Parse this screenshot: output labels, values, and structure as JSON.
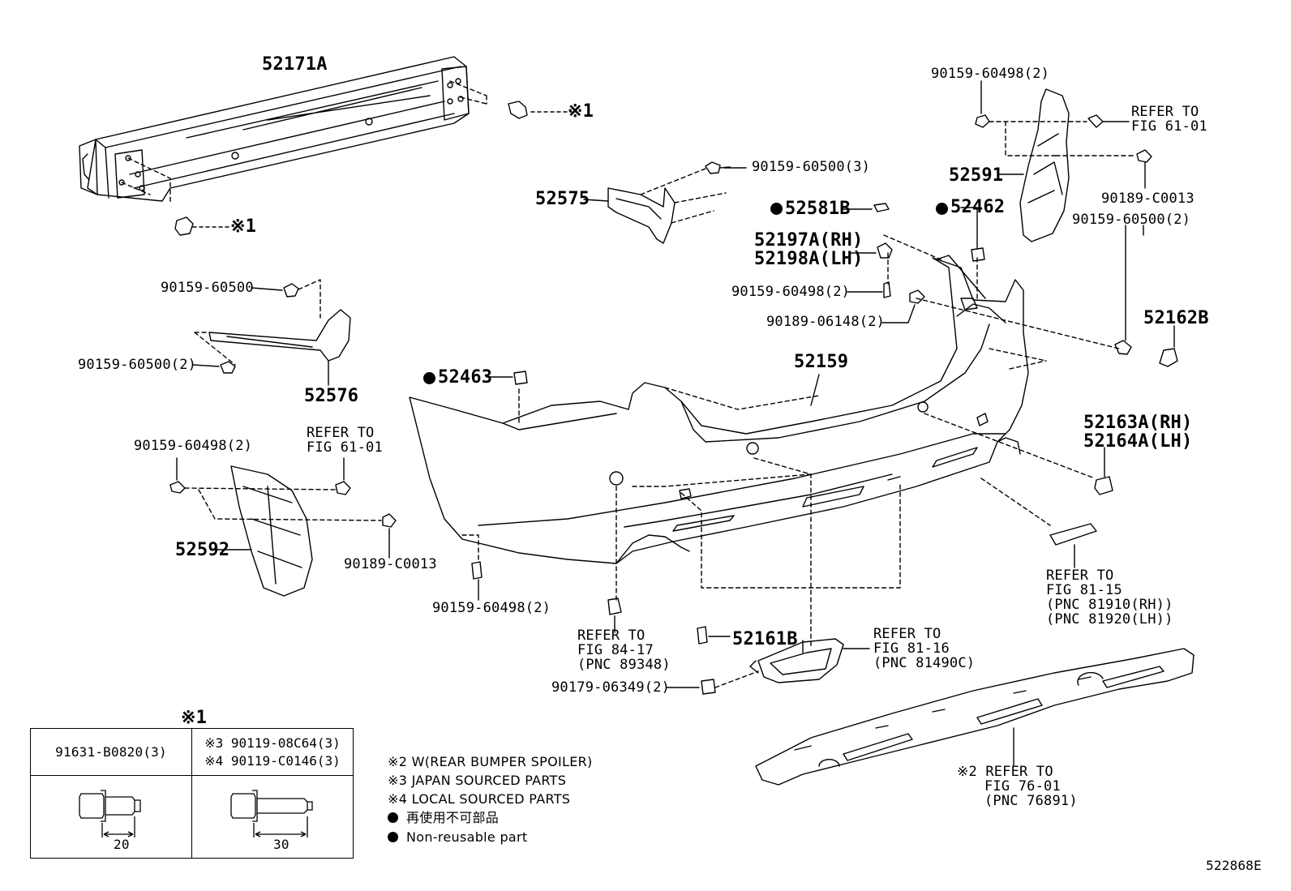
{
  "diagram_id": "522868E",
  "labels": {
    "p52171A": "52171A",
    "star1_top": "※1",
    "star1_bot": "※1",
    "p52575": "52575",
    "p90159_60500_3": "90159-60500(3)",
    "p52581B": "52581B",
    "p52197A": "52197A(RH)",
    "p52198A": "52198A(LH)",
    "p90159_60498_2_mid": "90159-60498(2)",
    "p90189_06148": "90189-06148(2)",
    "p90159_60498_2_tr": "90159-60498(2)",
    "refer_6101_tr_1": "REFER TO",
    "refer_6101_tr_2": "FIG 61-01",
    "p52591": "52591",
    "p52462": "52462",
    "p90189_C0013_tr": "90189-C0013",
    "p90159_60500_2_r": "90159-60500(2)",
    "p52162B": "52162B",
    "p90159_60500": "90159-60500",
    "p90159_60500_2_l": "90159-60500(2)",
    "p52576": "52576",
    "p52463": "52463",
    "p52159": "52159",
    "p52163A": "52163A(RH)",
    "p52164A": "52164A(LH)",
    "p90159_60498_2_l": "90159-60498(2)",
    "refer_6101_l_1": "REFER TO",
    "refer_6101_l_2": "FIG 61-01",
    "p52592": "52592",
    "p90189_C0013_l": "90189-C0013",
    "p90159_60498_2_b": "90159-60498(2)",
    "refer_8417_1": "REFER TO",
    "refer_8417_2": "FIG 84-17",
    "refer_8417_3": "(PNC 89348)",
    "p52161B": "52161B",
    "refer_8116_1": "REFER TO",
    "refer_8116_2": "FIG 81-16",
    "refer_8116_3": "(PNC 81490C)",
    "p90179_06349": "90179-06349(2)",
    "refer_8115_1": "REFER TO",
    "refer_8115_2": "FIG 81-15",
    "refer_8115_3": "(PNC 81910(RH))",
    "refer_8115_4": "(PNC 81920(LH))",
    "refer_7601_1": "※2 REFER TO",
    "refer_7601_2": "FIG 76-01",
    "refer_7601_3": "(PNC 76891)"
  },
  "table": {
    "title": "※1",
    "col1_part": "91631-B0820(3)",
    "col2_line1": "※3 90119-08C64(3)",
    "col2_line2": "※4 90119-C0146(3)",
    "col1_dim": "20",
    "col2_dim": "30"
  },
  "notes": {
    "n2": "※2 W(REAR BUMPER SPOILER)",
    "n3": "※3 JAPAN SOURCED PARTS",
    "n4": "※4 LOCAL SOURCED PARTS",
    "n5": "再使用不可部品",
    "n6": "Non-reusable part"
  }
}
